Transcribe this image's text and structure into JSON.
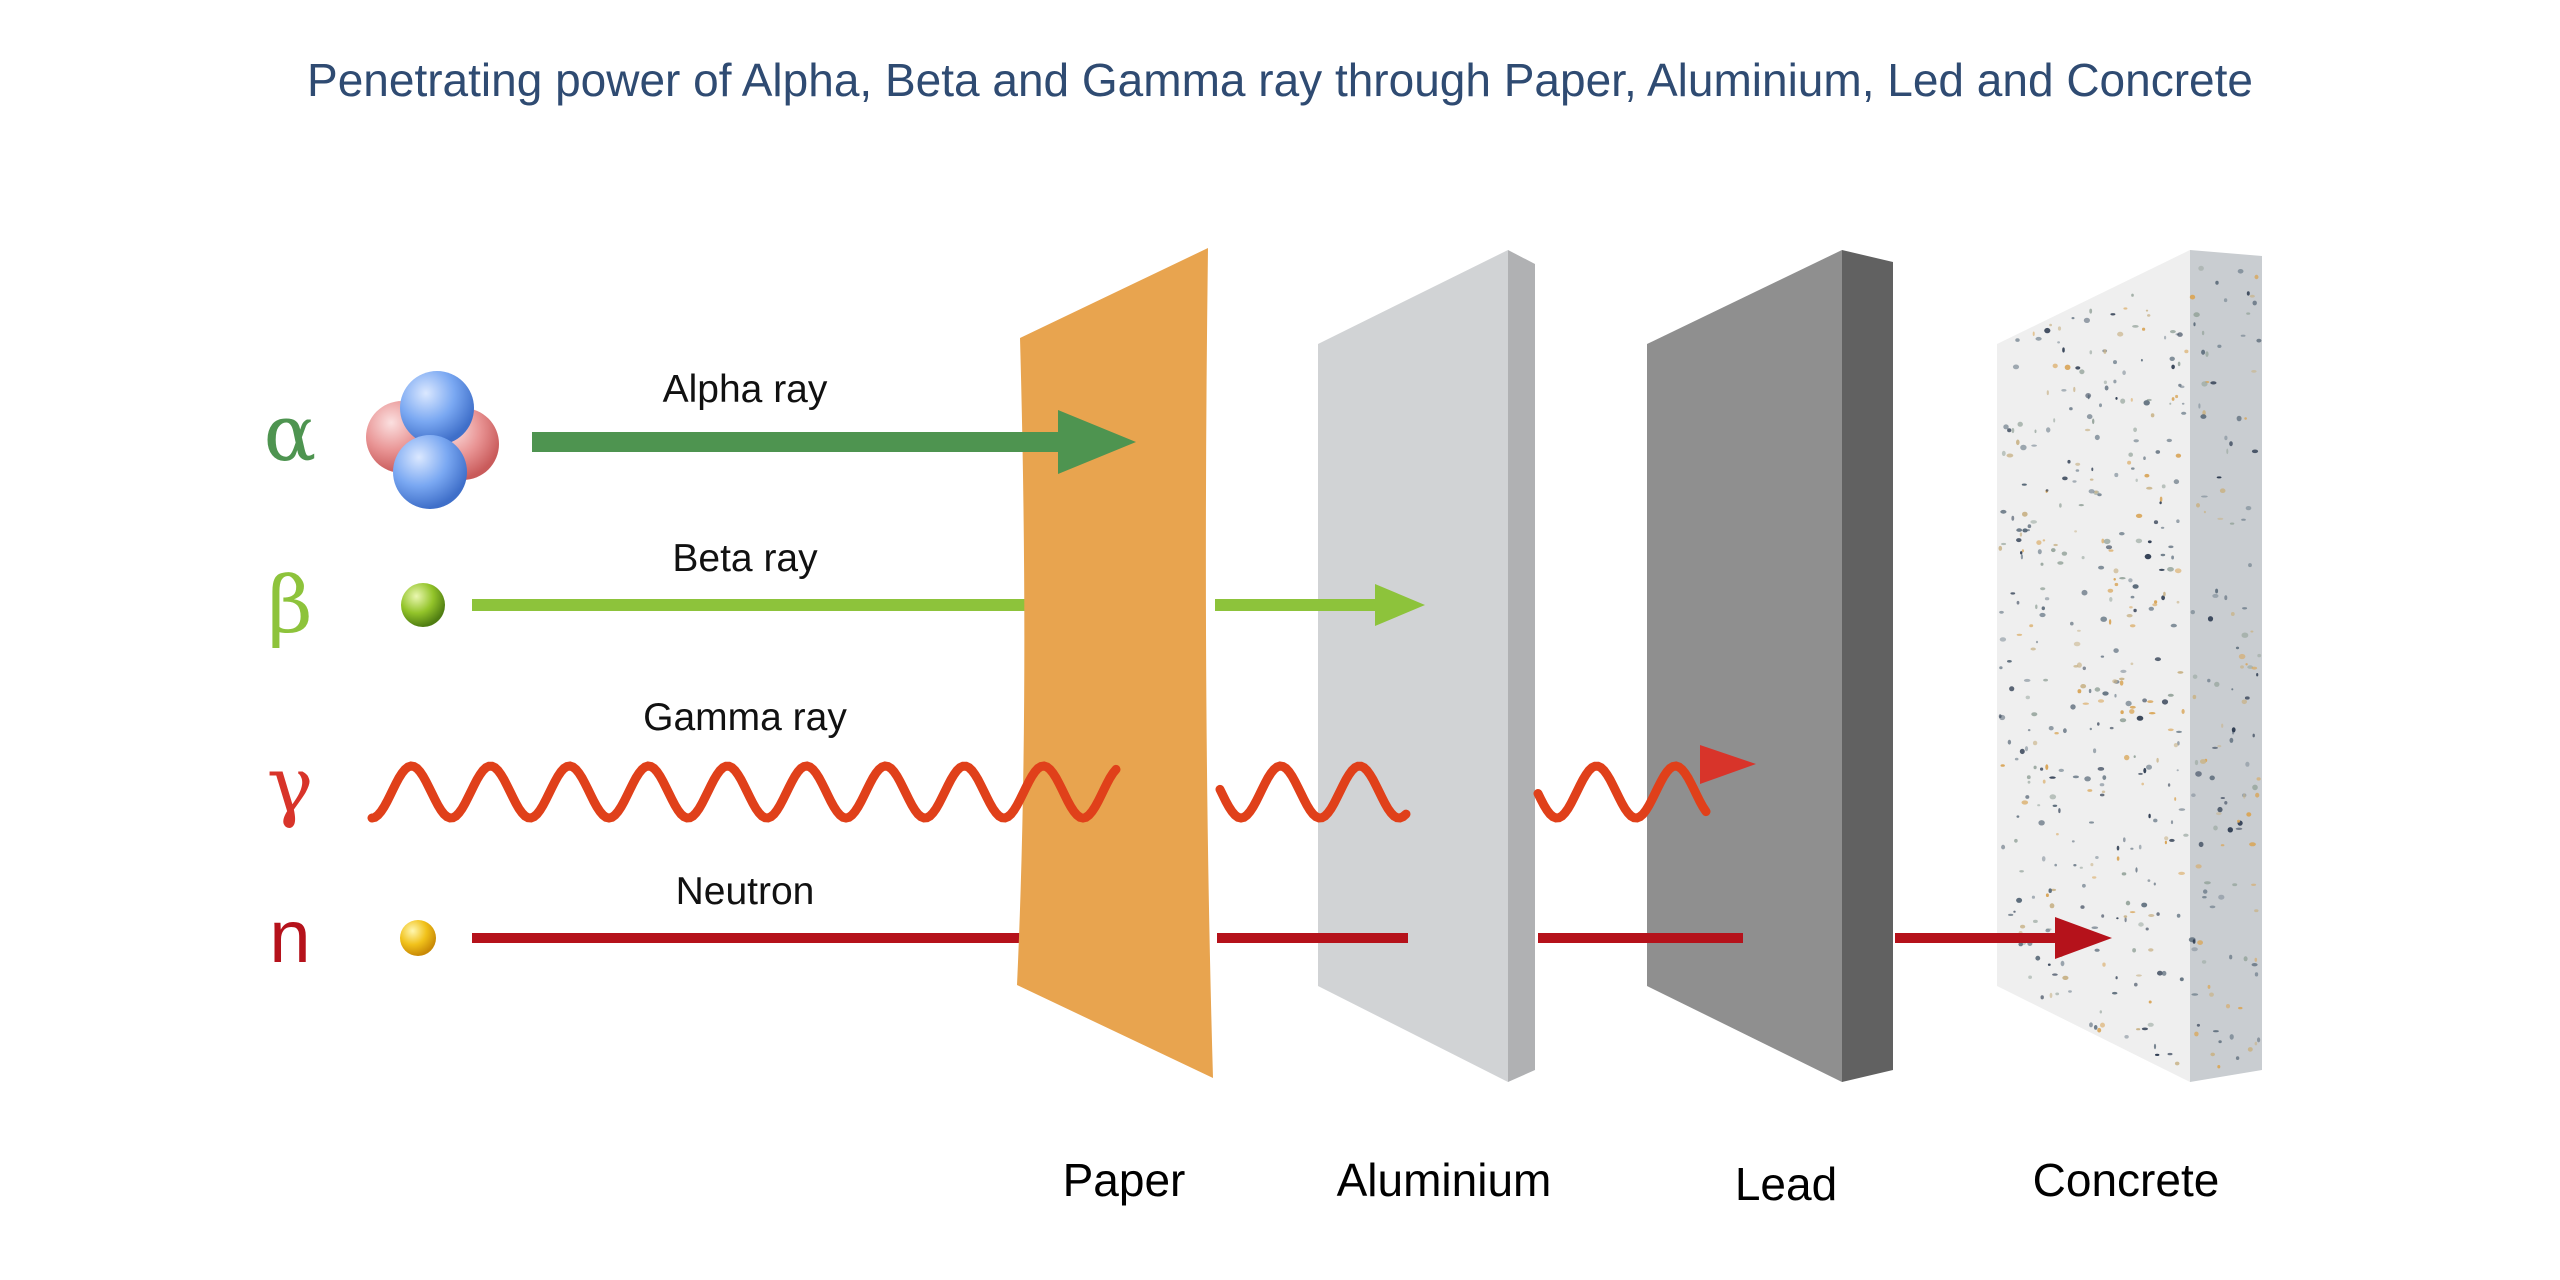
{
  "title": "Penetrating power of Alpha, Beta and Gamma ray through Paper, Aluminium, Led and Concrete",
  "rays": {
    "alpha": {
      "symbol": "α",
      "label": "Alpha ray",
      "color": "#4e9450"
    },
    "beta": {
      "symbol": "β",
      "label": "Beta ray",
      "color": "#8dc33b"
    },
    "gamma": {
      "symbol": "γ",
      "label": "Gamma ray",
      "color": "#d8342a"
    },
    "neutron": {
      "symbol": "n",
      "label": "Neutron",
      "color": "#b5121b"
    }
  },
  "materials": {
    "paper": {
      "label": "Paper",
      "color": "#e8a44f"
    },
    "aluminium": {
      "label": "Aluminium",
      "color": "#d1d3d5"
    },
    "lead": {
      "label": "Lead",
      "color": "#8f8f8f"
    },
    "concrete": {
      "label": "Concrete",
      "color": "#efefef"
    }
  }
}
